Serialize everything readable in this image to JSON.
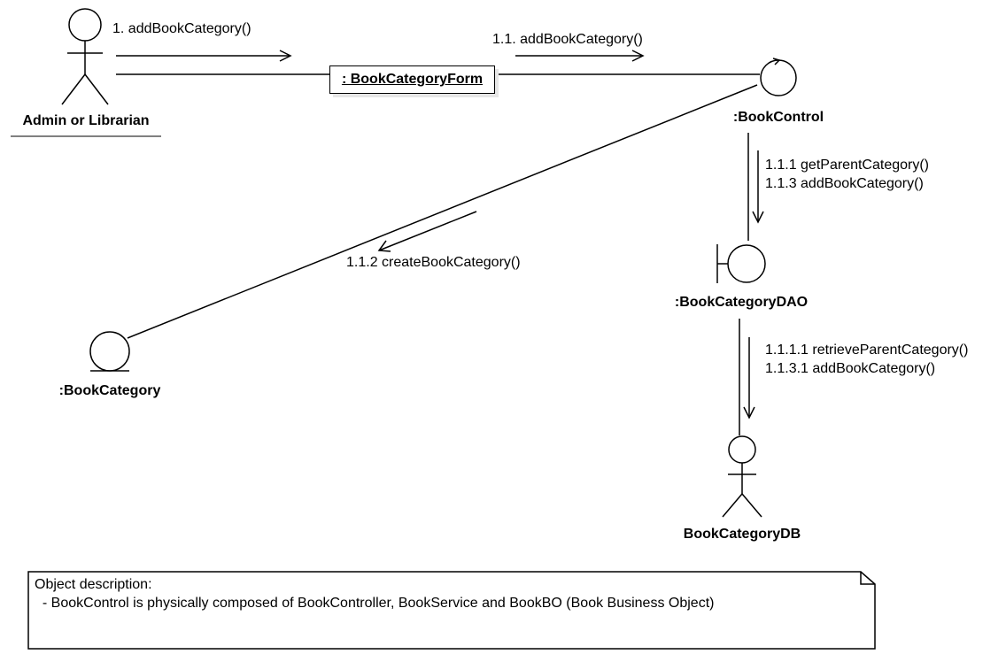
{
  "actors": {
    "admin": {
      "label": "Admin or Librarian"
    },
    "db": {
      "label": "BookCategoryDB"
    }
  },
  "objects": {
    "form": {
      "label": ": BookCategoryForm"
    },
    "control": {
      "label": ":BookControl"
    },
    "dao": {
      "label": ":BookCategoryDAO"
    },
    "entity": {
      "label": ":BookCategory"
    }
  },
  "messages": {
    "m1": "1. addBookCategory()",
    "m1_1": "1.1. addBookCategory()",
    "m1_1_1": "1.1.1 getParentCategory()",
    "m1_1_3": "1.1.3 addBookCategory()",
    "m1_1_2": "1.1.2 createBookCategory()",
    "m1_1_1_1": "1.1.1.1 retrieveParentCategory()",
    "m1_1_3_1": "1.1.3.1 addBookCategory()"
  },
  "note": {
    "title": "Object description:",
    "line1": "  - BookControl is physically composed of BookController, BookService and BookBO (Book Business Object)"
  }
}
